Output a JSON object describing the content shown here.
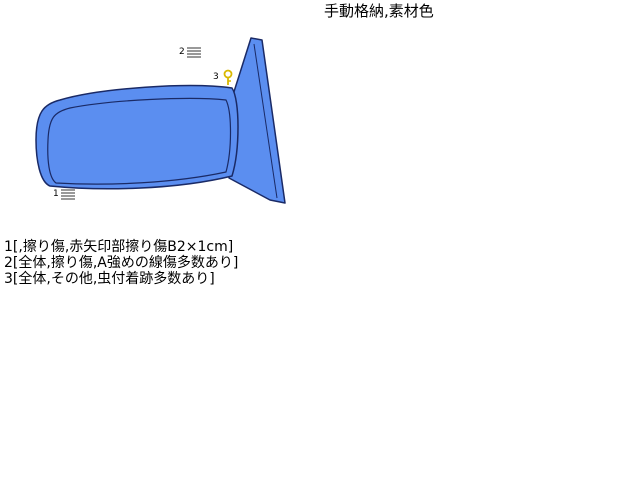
{
  "header": {
    "title": "手動格納,素材色"
  },
  "diagram": {
    "mirror_fill": "#5b8ef0",
    "mirror_stroke": "#1a2a66",
    "pin_color": "#d9b800",
    "markers": [
      {
        "id": "1",
        "label": "1",
        "icon": "hatch-lines-icon"
      },
      {
        "id": "2",
        "label": "2",
        "icon": "hatch-lines-icon"
      },
      {
        "id": "3",
        "label": "3",
        "icon": "pin-icon"
      }
    ]
  },
  "notes": [
    "1[,擦り傷,赤矢印部擦り傷B2×1cm]",
    "2[全体,擦り傷,A強めの線傷多数あり]",
    "3[全体,その他,虫付着跡多数あり]"
  ]
}
